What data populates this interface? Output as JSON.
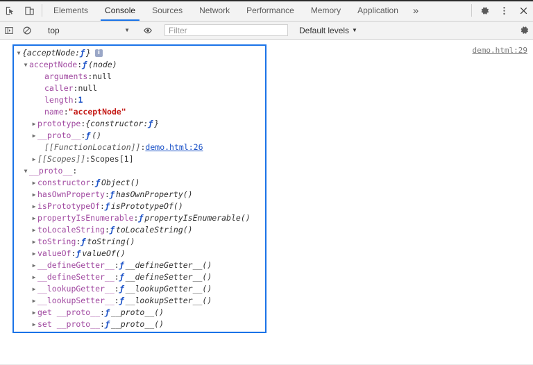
{
  "tabbar": {
    "icons": [
      {
        "name": "inspect-element-icon",
        "title": "Inspect element"
      },
      {
        "name": "device-toolbar-icon",
        "title": "Toggle device toolbar"
      }
    ],
    "tabs": [
      {
        "label": "Elements",
        "active": false
      },
      {
        "label": "Console",
        "active": true
      },
      {
        "label": "Sources",
        "active": false
      },
      {
        "label": "Network",
        "active": false
      },
      {
        "label": "Performance",
        "active": false
      },
      {
        "label": "Memory",
        "active": false
      },
      {
        "label": "Application",
        "active": false
      }
    ],
    "more_label": "»",
    "right_icons": [
      {
        "name": "settings-gear-icon"
      },
      {
        "name": "more-options-kebab-icon"
      },
      {
        "name": "close-devtools-icon"
      }
    ],
    "active_tab_underline_color": "#1a73e8"
  },
  "console_toolbar": {
    "sidebar_toggle_icon": "console-sidebar-toggle-icon",
    "clear_console_icon": "clear-console-icon",
    "context_value": "top",
    "context_caret": "▼",
    "live_expression_icon": "eye-icon",
    "filter_placeholder": "Filter",
    "filter_value": "",
    "levels_label": "Default levels",
    "levels_caret": "▼",
    "settings_icon": "console-settings-gear-icon"
  },
  "console": {
    "source_link": "demo.html:29",
    "selection_border_color": "#1a73e8",
    "info_badge": "i",
    "prompt_chevron": "❯",
    "prompt_value": "",
    "rows": [
      {
        "indent": 0,
        "arrow": "▼",
        "tokens": [
          {
            "t": "{acceptNode: ",
            "c": "k-prevobj"
          },
          {
            "t": "ƒ",
            "c": "k-fn"
          },
          {
            "t": "}",
            "c": "k-prevobj"
          }
        ],
        "badge": true
      },
      {
        "indent": 1,
        "arrow": "▼",
        "tokens": [
          {
            "t": "acceptNode",
            "c": "k-prop"
          },
          {
            "t": ": ",
            "c": "k-colon"
          },
          {
            "t": "ƒ",
            "c": "k-fn"
          },
          {
            "t": "(node)",
            "c": "k-fnname"
          }
        ]
      },
      {
        "indent": 3,
        "arrow": "",
        "tokens": [
          {
            "t": "arguments",
            "c": "k-prop"
          },
          {
            "t": ": ",
            "c": "k-colon"
          },
          {
            "t": "null",
            "c": "k-plain"
          }
        ]
      },
      {
        "indent": 3,
        "arrow": "",
        "tokens": [
          {
            "t": "caller",
            "c": "k-prop"
          },
          {
            "t": ": ",
            "c": "k-colon"
          },
          {
            "t": "null",
            "c": "k-plain"
          }
        ]
      },
      {
        "indent": 3,
        "arrow": "",
        "tokens": [
          {
            "t": "length",
            "c": "k-prop"
          },
          {
            "t": ": ",
            "c": "k-colon"
          },
          {
            "t": "1",
            "c": "k-num"
          }
        ]
      },
      {
        "indent": 3,
        "arrow": "",
        "tokens": [
          {
            "t": "name",
            "c": "k-prop"
          },
          {
            "t": ": ",
            "c": "k-colon"
          },
          {
            "t": "\"acceptNode\"",
            "c": "k-str"
          }
        ]
      },
      {
        "indent": 2,
        "arrow": "▶",
        "tokens": [
          {
            "t": "prototype",
            "c": "k-prop"
          },
          {
            "t": ": ",
            "c": "k-colon"
          },
          {
            "t": "{constructor: ",
            "c": "k-obj"
          },
          {
            "t": "ƒ",
            "c": "k-fn"
          },
          {
            "t": "}",
            "c": "k-obj"
          }
        ]
      },
      {
        "indent": 2,
        "arrow": "▶",
        "tokens": [
          {
            "t": "__proto__",
            "c": "k-proto"
          },
          {
            "t": ": ",
            "c": "k-colon"
          },
          {
            "t": "ƒ",
            "c": "k-fn"
          },
          {
            "t": "()",
            "c": "k-fnname"
          }
        ]
      },
      {
        "indent": 3,
        "arrow": "",
        "tokens": [
          {
            "t": "[[FunctionLocation]]",
            "c": "k-internal"
          },
          {
            "t": ": ",
            "c": "k-colon"
          },
          {
            "t": "demo.html:26",
            "c": "k-link"
          }
        ]
      },
      {
        "indent": 2,
        "arrow": "▶",
        "tokens": [
          {
            "t": "[[Scopes]]",
            "c": "k-internal"
          },
          {
            "t": ": ",
            "c": "k-colon"
          },
          {
            "t": "Scopes[1]",
            "c": "k-plain"
          }
        ]
      },
      {
        "indent": 1,
        "arrow": "▼",
        "tokens": [
          {
            "t": "__proto__",
            "c": "k-proto"
          },
          {
            "t": ":",
            "c": "k-colon"
          }
        ]
      },
      {
        "indent": 2,
        "arrow": "▶",
        "tokens": [
          {
            "t": "constructor",
            "c": "k-prop"
          },
          {
            "t": ": ",
            "c": "k-colon"
          },
          {
            "t": "ƒ",
            "c": "k-fn"
          },
          {
            "t": "Object()",
            "c": "k-fnname"
          }
        ]
      },
      {
        "indent": 2,
        "arrow": "▶",
        "tokens": [
          {
            "t": "hasOwnProperty",
            "c": "k-prop"
          },
          {
            "t": ": ",
            "c": "k-colon"
          },
          {
            "t": "ƒ",
            "c": "k-fn"
          },
          {
            "t": "hasOwnProperty()",
            "c": "k-fnname"
          }
        ]
      },
      {
        "indent": 2,
        "arrow": "▶",
        "tokens": [
          {
            "t": "isPrototypeOf",
            "c": "k-prop"
          },
          {
            "t": ": ",
            "c": "k-colon"
          },
          {
            "t": "ƒ",
            "c": "k-fn"
          },
          {
            "t": "isPrototypeOf()",
            "c": "k-fnname"
          }
        ]
      },
      {
        "indent": 2,
        "arrow": "▶",
        "tokens": [
          {
            "t": "propertyIsEnumerable",
            "c": "k-prop"
          },
          {
            "t": ": ",
            "c": "k-colon"
          },
          {
            "t": "ƒ",
            "c": "k-fn"
          },
          {
            "t": "propertyIsEnumerable()",
            "c": "k-fnname"
          }
        ]
      },
      {
        "indent": 2,
        "arrow": "▶",
        "tokens": [
          {
            "t": "toLocaleString",
            "c": "k-prop"
          },
          {
            "t": ": ",
            "c": "k-colon"
          },
          {
            "t": "ƒ",
            "c": "k-fn"
          },
          {
            "t": "toLocaleString()",
            "c": "k-fnname"
          }
        ]
      },
      {
        "indent": 2,
        "arrow": "▶",
        "tokens": [
          {
            "t": "toString",
            "c": "k-prop"
          },
          {
            "t": ": ",
            "c": "k-colon"
          },
          {
            "t": "ƒ",
            "c": "k-fn"
          },
          {
            "t": "toString()",
            "c": "k-fnname"
          }
        ]
      },
      {
        "indent": 2,
        "arrow": "▶",
        "tokens": [
          {
            "t": "valueOf",
            "c": "k-prop"
          },
          {
            "t": ": ",
            "c": "k-colon"
          },
          {
            "t": "ƒ",
            "c": "k-fn"
          },
          {
            "t": "valueOf()",
            "c": "k-fnname"
          }
        ]
      },
      {
        "indent": 2,
        "arrow": "▶",
        "tokens": [
          {
            "t": "__defineGetter__",
            "c": "k-proto"
          },
          {
            "t": ": ",
            "c": "k-colon"
          },
          {
            "t": "ƒ",
            "c": "k-fn"
          },
          {
            "t": "__defineGetter__()",
            "c": "k-fnname"
          }
        ]
      },
      {
        "indent": 2,
        "arrow": "▶",
        "tokens": [
          {
            "t": "__defineSetter__",
            "c": "k-proto"
          },
          {
            "t": ": ",
            "c": "k-colon"
          },
          {
            "t": "ƒ",
            "c": "k-fn"
          },
          {
            "t": "__defineSetter__()",
            "c": "k-fnname"
          }
        ]
      },
      {
        "indent": 2,
        "arrow": "▶",
        "tokens": [
          {
            "t": "__lookupGetter__",
            "c": "k-proto"
          },
          {
            "t": ": ",
            "c": "k-colon"
          },
          {
            "t": "ƒ",
            "c": "k-fn"
          },
          {
            "t": "__lookupGetter__()",
            "c": "k-fnname"
          }
        ]
      },
      {
        "indent": 2,
        "arrow": "▶",
        "tokens": [
          {
            "t": "__lookupSetter__",
            "c": "k-proto"
          },
          {
            "t": ": ",
            "c": "k-colon"
          },
          {
            "t": "ƒ",
            "c": "k-fn"
          },
          {
            "t": "__lookupSetter__()",
            "c": "k-fnname"
          }
        ]
      },
      {
        "indent": 2,
        "arrow": "▶",
        "tokens": [
          {
            "t": "get __proto__",
            "c": "k-proto"
          },
          {
            "t": ": ",
            "c": "k-colon"
          },
          {
            "t": "ƒ",
            "c": "k-fn"
          },
          {
            "t": "__proto__()",
            "c": "k-fnname"
          }
        ]
      },
      {
        "indent": 2,
        "arrow": "▶",
        "tokens": [
          {
            "t": "set __proto__",
            "c": "k-proto"
          },
          {
            "t": ": ",
            "c": "k-colon"
          },
          {
            "t": "ƒ",
            "c": "k-fn"
          },
          {
            "t": "__proto__()",
            "c": "k-fnname"
          }
        ]
      }
    ]
  }
}
